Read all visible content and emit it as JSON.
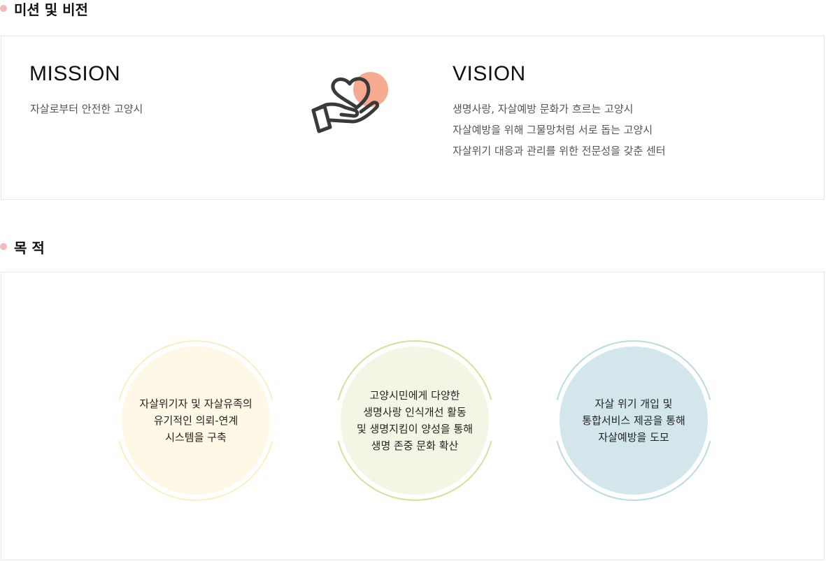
{
  "sections": {
    "mission_vision": {
      "title": "미션 및 비전"
    },
    "purpose": {
      "title": "목 적"
    }
  },
  "mission": {
    "heading": "MISSION",
    "text": "자살로부터 안전한 고양시"
  },
  "vision": {
    "heading": "VISION",
    "lines": [
      "생명사랑, 자살예방 문화가 흐르는 고양시",
      "자살예방을 위해 그물망처럼 서로 돕는 고양시",
      "자살위기 대응과 관리를 위한 전문성을 갖춘 센터"
    ]
  },
  "icons": {
    "center": "hand-holding-heart-icon",
    "section_bullet": "dot-bullet-icon"
  },
  "purposes": [
    {
      "lines": [
        "자살위기자 및 자살유족의",
        "유기적인 의뢰-연계",
        "시스템을 구축"
      ],
      "fill": "#fff8e6",
      "ring": "#fbefc4"
    },
    {
      "lines": [
        "고양시민에게 다양한",
        "생명사랑 인식개선 활동",
        "및 생명지킴이 양성을 통해",
        "생명 존중 문화 확산"
      ],
      "fill": "#f2f7e5",
      "ring": "#d3e19e"
    },
    {
      "lines": [
        "자살 위기 개입 및",
        "통합서비스 제공을 통해",
        "자살예방을 도모"
      ],
      "fill": "#d2e6ec",
      "ring": "#bcdbe1"
    }
  ],
  "colors": {
    "bullet": "#f4b8bc",
    "heart": "#f5a58a",
    "icon_stroke": "#3a3a3a",
    "border": "#e6e6e6"
  }
}
